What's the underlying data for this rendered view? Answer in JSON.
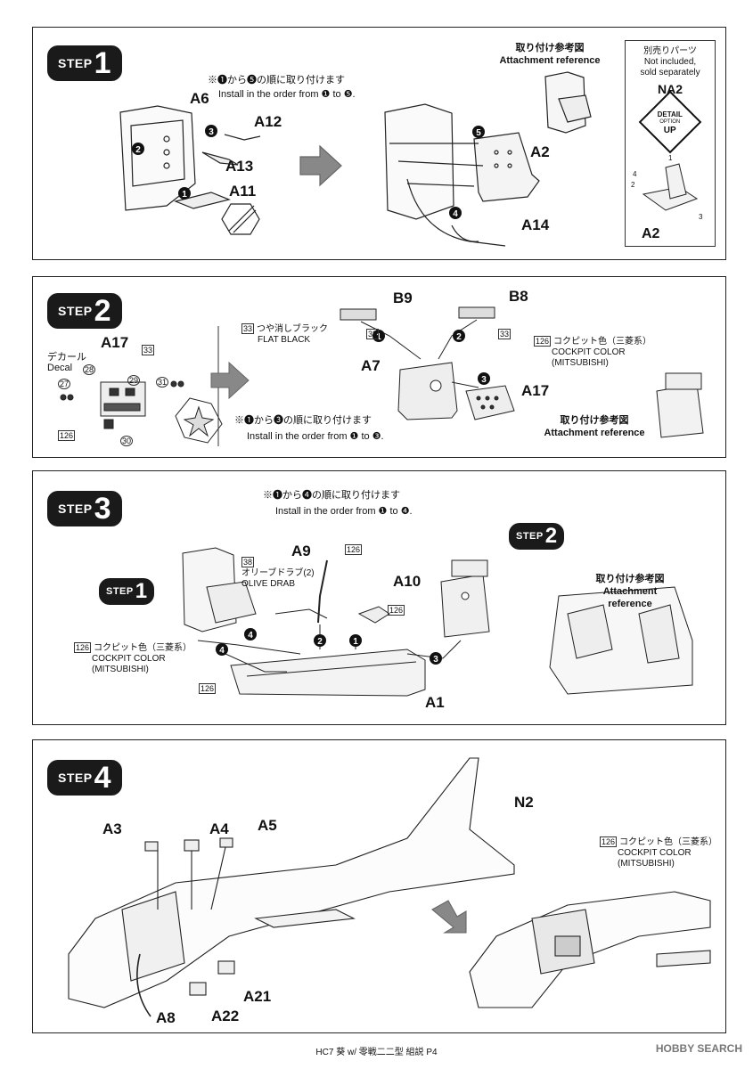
{
  "step1": {
    "step_word": "STEP",
    "step_num": "1",
    "order_jp": "※❶から❺の順に取り付けます",
    "order_en": "Install in the order from ❶ to ❺.",
    "parts": [
      "A6",
      "A12",
      "A13",
      "A11",
      "A2",
      "A14"
    ],
    "ref_jp": "取り付け参考図",
    "ref_en": "Attachment reference",
    "sold_jp": "別売りパーツ",
    "sold_en1": "Not included,",
    "sold_en2": "sold separately",
    "na2": "NA2",
    "detail1": "DETAIL",
    "detail2": "OPTION",
    "detail3": "UP",
    "na_part": "A2"
  },
  "step2": {
    "step_word": "STEP",
    "step_num": "2",
    "parts": [
      "B9",
      "B8",
      "A7",
      "A17"
    ],
    "paint1_num": "33",
    "paint1_jp": "つや消しブラック",
    "paint1_en": "FLAT BLACK",
    "paint2_num": "126",
    "paint2_jp": "コクピット色（三菱系）",
    "paint2_en1": "COCKPIT COLOR",
    "paint2_en2": "(MITSUBISHI)",
    "decal_jp": "デカール",
    "decal_en": "Decal",
    "decal_part": "A17",
    "decal_nums": [
      "33",
      "28",
      "29",
      "27",
      "31",
      "126",
      "30"
    ],
    "order_jp": "※❶から❸の順に取り付けます",
    "order_en": "Install in the order from ❶ to ❸.",
    "ref_jp": "取り付け参考図",
    "ref_en": "Attachment reference"
  },
  "step3": {
    "step_word": "STEP",
    "step_num": "3",
    "order_jp": "※❶から❹の順に取り付けます",
    "order_en": "Install in the order from ❶ to ❹.",
    "parts": [
      "A9",
      "A10",
      "A1"
    ],
    "sub_step1": "1",
    "sub_step2": "2",
    "paint_od_num": "38",
    "paint_od_jp": "オリーブドラブ(2)",
    "paint_od_en": "OLIVE DRAB",
    "paint_cc_num": "126",
    "paint_cc_jp": "コクピット色（三菱系）",
    "paint_cc_en1": "COCKPIT COLOR",
    "paint_cc_en2": "(MITSUBISHI)",
    "ref_jp": "取り付け参考図",
    "ref_en1": "Attachment",
    "ref_en2": "reference"
  },
  "step4": {
    "step_word": "STEP",
    "step_num": "4",
    "parts": [
      "A3",
      "A4",
      "A5",
      "N2",
      "A21",
      "A8",
      "A22"
    ],
    "paint_num": "126",
    "paint_jp": "コクピット色（三菱系）",
    "paint_en1": "COCKPIT COLOR",
    "paint_en2": "(MITSUBISHI)"
  },
  "footer": "HC7 葵 w/ 零戦二二型 組説 P4",
  "watermark": "HOBBY SEARCH"
}
